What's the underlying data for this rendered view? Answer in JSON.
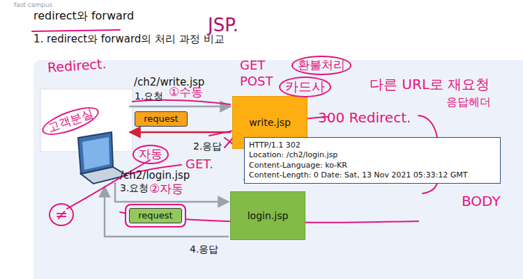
{
  "diagram": {
    "title": "redirect와 forward",
    "nodes": [
      {
        "text": [
          "request"
        ]
      },
      {
        "text": [
          "write.jsp"
        ]
      },
      {
        "text": [
          "HTTP/1.1 302",
          "Location: /ch2/login.jsp",
          "Content-Language: ko-KR",
          "Content-Length: 0 Date: Sat, 13 Nov 2021 05:33:12 GMT"
        ]
      },
      {
        "text": [
          "request"
        ]
      },
      {
        "text": [
          "login.jsp"
        ]
      }
    ],
    "labels": [
      "fast campus",
      "1. redirect와 forward의 처리 과정 비교",
      "JSP.",
      "Redirect.",
      "GET",
      "POST",
      "환불처리",
      "카드사",
      "다른 URL로 재요청",
      "고객분실",
      "/ch2/write.jsp",
      "1.요청",
      "①수동",
      "300 Redirect.",
      "응답헤더",
      "2.응답",
      "자동",
      "GET.",
      "/ch2/login.jsp",
      "3.요청",
      "②자동",
      "BODY",
      "4.응답",
      "≠"
    ]
  }
}
